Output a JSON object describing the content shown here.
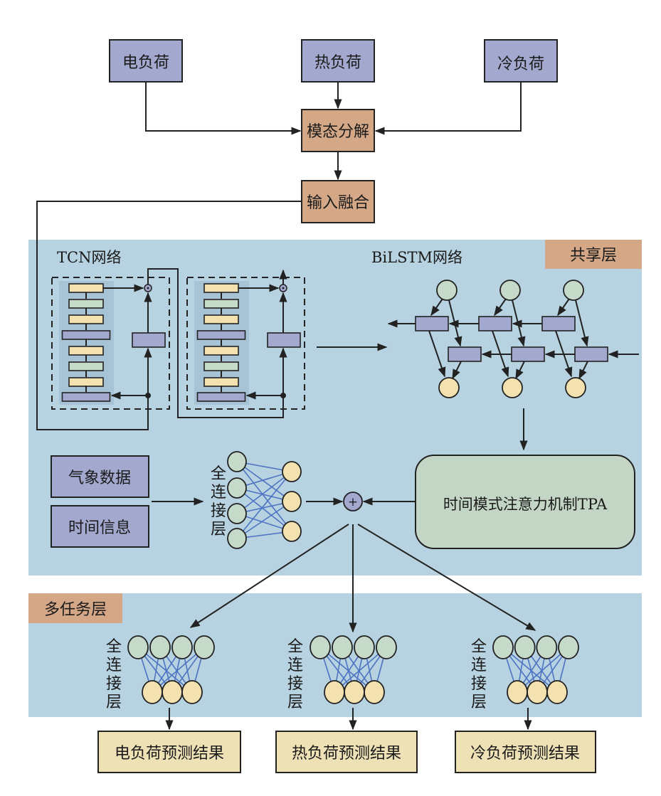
{
  "inputs": {
    "electric_load": "电负荷",
    "heat_load": "热负荷",
    "cold_load": "冷负荷"
  },
  "modal_decomposition": "模态分解",
  "input_fusion": "输入融合",
  "shared_layer": {
    "tag": "共享层",
    "tcn_title": "TCN网络",
    "bilstm_title": "BiLSTM网络",
    "weather_data": "气象数据",
    "time_info": "时间信息",
    "fc_label": [
      "全",
      "连",
      "接",
      "层"
    ],
    "tpa": "时间模式注意力机制TPA",
    "sum_symbol": "+"
  },
  "multitask_layer": {
    "tag": "多任务层",
    "fc_label": [
      "全",
      "连",
      "接",
      "层"
    ]
  },
  "outputs": {
    "electric_result": "电负荷预测结果",
    "heat_result": "热负荷预测结果",
    "cold_result": "冷负荷预测结果"
  },
  "colors": {
    "panel_bg": "#b7d2e0",
    "tcn_stack_bg": "#a6c4d6",
    "purple": "#a3a8cf",
    "orange": "#d4a886",
    "cream": "#efe1b6",
    "green_node": "#c5dac9",
    "yellow_node": "#f4e1b0",
    "tpa_fill": "#c3d6c6",
    "connection_blue": "#4f74c3"
  }
}
